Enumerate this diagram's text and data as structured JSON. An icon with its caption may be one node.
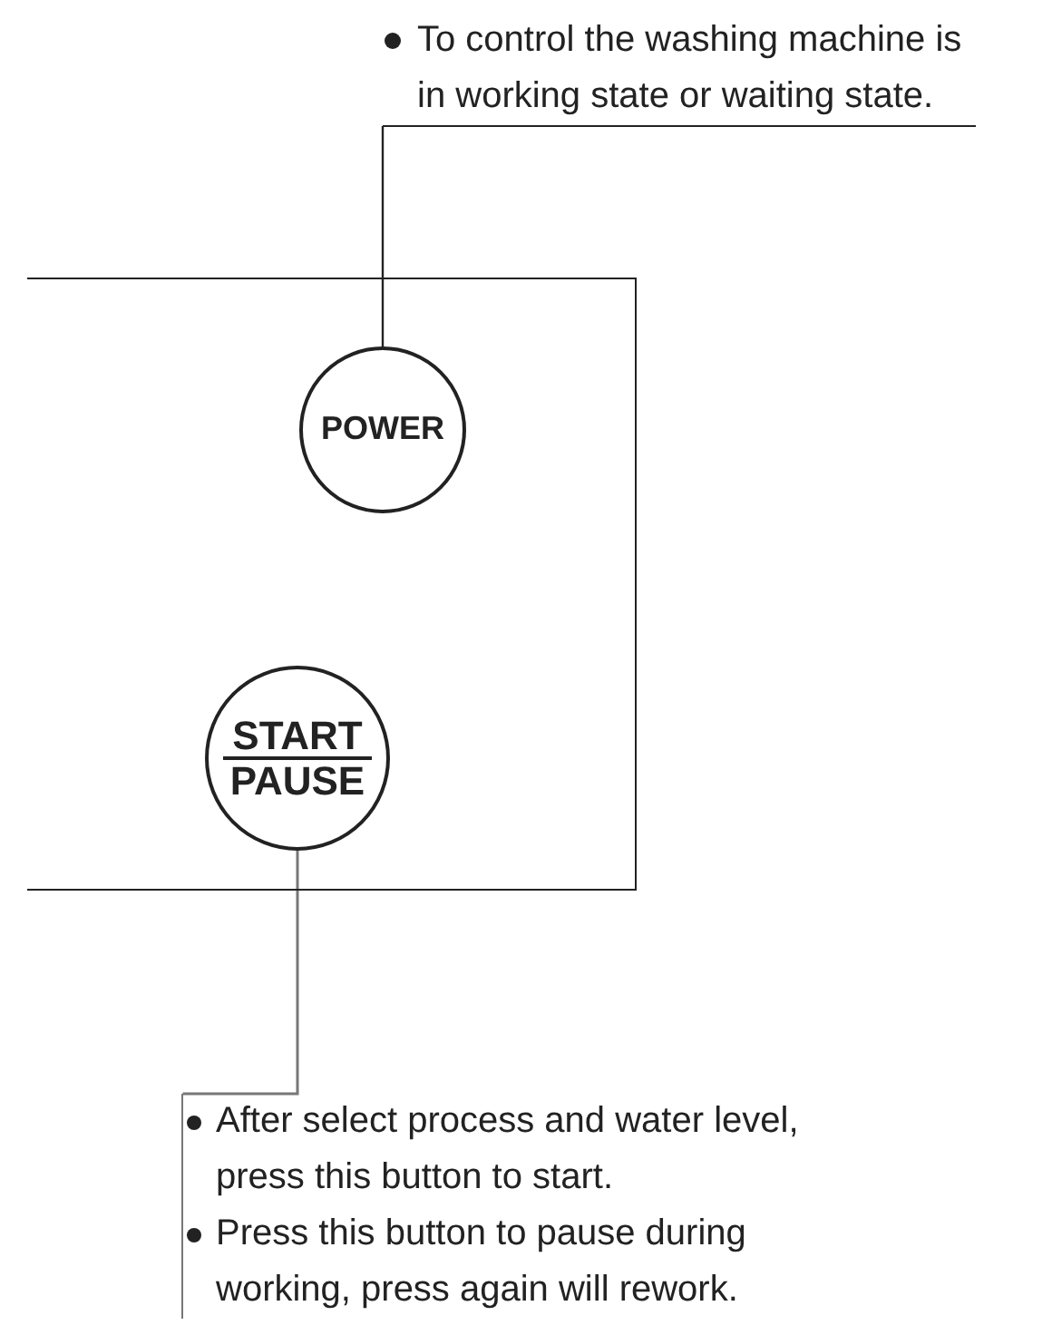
{
  "diagram": {
    "nodes": [
      {
        "text": [
          "To control the washing machine is in working state or waiting state."
        ]
      },
      {
        "text": [],
        "shape": "box"
      },
      {
        "text": [
          "POWER"
        ],
        "in": 1
      },
      {
        "text": [
          "START",
          "PAUSE"
        ],
        "in": 1
      },
      {
        "text": [
          "After select process and water level, press this button to start.",
          "Press this button to pause during working, press again will rework."
        ]
      }
    ],
    "edges": [
      {
        "from": 0,
        "to": 2,
        "arrow": "none"
      },
      {
        "from": 4,
        "to": 3,
        "arrow": "none"
      }
    ]
  }
}
